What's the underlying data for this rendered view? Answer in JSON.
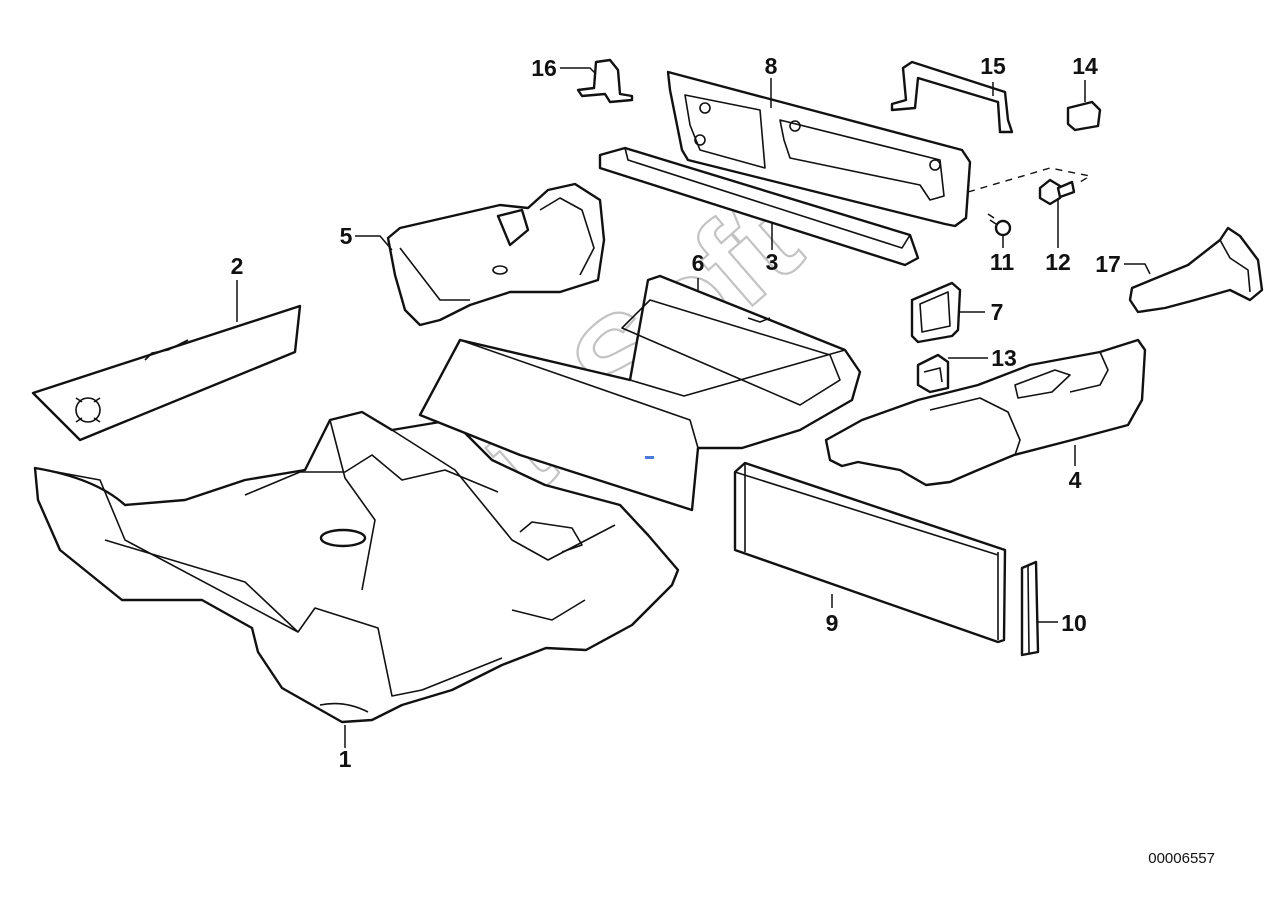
{
  "diagram": {
    "callouts": [
      "1",
      "2",
      "3",
      "4",
      "5",
      "6",
      "7",
      "8",
      "9",
      "10",
      "11",
      "12",
      "13",
      "14",
      "15",
      "16",
      "17"
    ],
    "reference_number": "00006557"
  },
  "watermark": {
    "text": "AutoSoft"
  }
}
